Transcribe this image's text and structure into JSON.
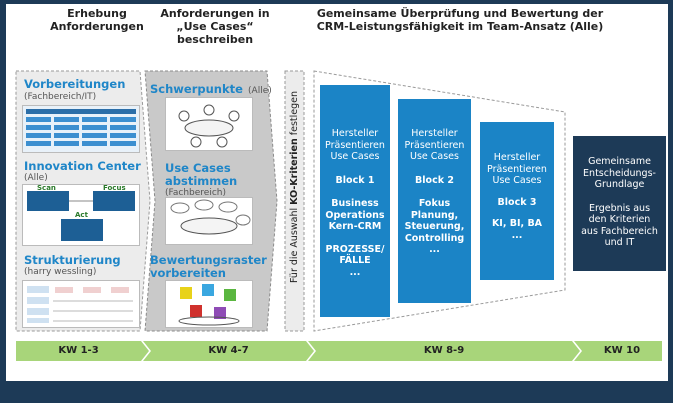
{
  "headers": {
    "col1": [
      "Erhebung",
      "Anforderungen"
    ],
    "col2": [
      "Anforderungen in",
      "„Use Cases“ beschreiben"
    ],
    "col3": [
      "Gemeinsame Überprüfung und Bewertung der",
      "CRM-Leistungsfähigkeit im Team-Ansatz (Alle)"
    ]
  },
  "col1": {
    "vorbereitungen": {
      "title": "Vorbereitungen",
      "sub": "(Fachbereich/IT)"
    },
    "innovation": {
      "title": "Innovation Center",
      "sub": "(Alle)",
      "scan": "Scan",
      "focus": "Focus",
      "act": "Act"
    },
    "strukturierung": {
      "title": "Strukturierung",
      "sub": "(harry wessling)"
    }
  },
  "col2": {
    "schwerpunkte": {
      "title": "Schwerpunkte",
      "sub": "(Alle)"
    },
    "usecases": {
      "title1": "Use Cases",
      "title2": "abstimmen",
      "sub": "(Fachbereich)"
    },
    "bewertung": {
      "title1": "Bewertungsraster",
      "title2": "vorbereiten"
    }
  },
  "ko": {
    "pre": "Für die Auswahl ",
    "bold": "KO-Kriterien",
    "post": " festlegen"
  },
  "blocks": [
    {
      "intro": [
        "Hersteller",
        "Präsentieren",
        "Use Cases"
      ],
      "name": "Block 1",
      "topics": [
        "Business",
        "Operations",
        "Kern-CRM",
        "",
        "PROZESSE/",
        "FÄLLE",
        "..."
      ]
    },
    {
      "intro": [
        "Hersteller",
        "Präsentieren",
        "Use Cases"
      ],
      "name": "Block 2",
      "topics": [
        "Fokus",
        "Planung,",
        "Steuerung,",
        "Controlling",
        "..."
      ]
    },
    {
      "intro": [
        "Hersteller",
        "Präsentieren",
        "Use Cases"
      ],
      "name": "Block  3",
      "topics": [
        "KI, BI, BA",
        "..."
      ]
    }
  ],
  "result": {
    "lines1": [
      "Gemeinsame",
      "Entscheidungs-",
      "Grundlage"
    ],
    "lines2": [
      "Ergebnis aus",
      "den Kriterien",
      "aus Fachbereich",
      "und IT"
    ]
  },
  "timeline": [
    "KW 1-3",
    "KW 4-7",
    "KW 8-9",
    "KW 10"
  ],
  "colors": {
    "navy": "#1d3a57",
    "blue": "#1b84c6",
    "green": "#a8d57a",
    "label_blue": "#1f86c8"
  }
}
